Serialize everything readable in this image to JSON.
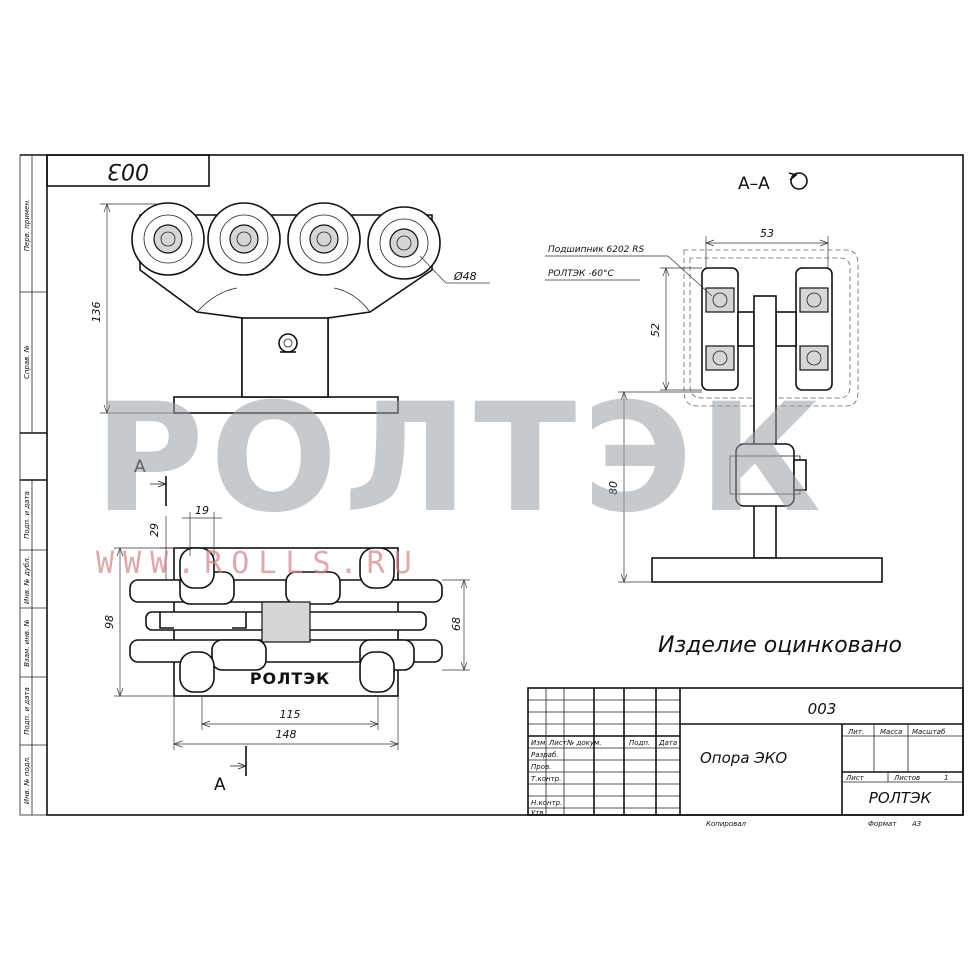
{
  "drawing": {
    "doc_code": "003",
    "section_label": "A–A",
    "section_marker": "A",
    "dims": {
      "front_height": "136",
      "wheel_dia": "Ø48",
      "side_width": "53",
      "side_height": "52",
      "side_total_height": "80",
      "plan_19": "19",
      "plan_29": "29",
      "plan_98": "98",
      "plan_68": "68",
      "plan_115": "115",
      "plan_148": "148"
    },
    "bearing_label": "Подшипник 6202 RS",
    "temp_label": "РОЛТЭК   -60°С",
    "product_logo": "РОЛТЭК",
    "note": "Изделие оцинковано"
  },
  "watermark": {
    "brand": "РОЛТЭК",
    "url": "WWW.ROLLS.RU"
  },
  "side_strip": {
    "labels": [
      "Перв. примен.",
      "Справ. №",
      "Подп. и дата",
      "Инв. № дубл.",
      "Взам. инв. №",
      "Подп. и дата",
      "Инв. № подл."
    ]
  },
  "title_block": {
    "designation": "003",
    "name": "Опора ЭКО",
    "company": "РОЛТЭК",
    "col_headers": [
      "Изм.",
      "Лист",
      "№ докум.",
      "Подп.",
      "Дата"
    ],
    "row_labels": [
      "Разраб.",
      "Пров.",
      "Т.контр.",
      "",
      "Н.контр.",
      "Утв."
    ],
    "lit_label": "Лит.",
    "mass_label": "Масса",
    "scale_label": "Масштаб",
    "sheet_label": "Лист",
    "sheets_label": "Листов",
    "sheets_value": "1",
    "copied_label": "Копировал",
    "format_label": "Формат",
    "format_value": "А3"
  }
}
